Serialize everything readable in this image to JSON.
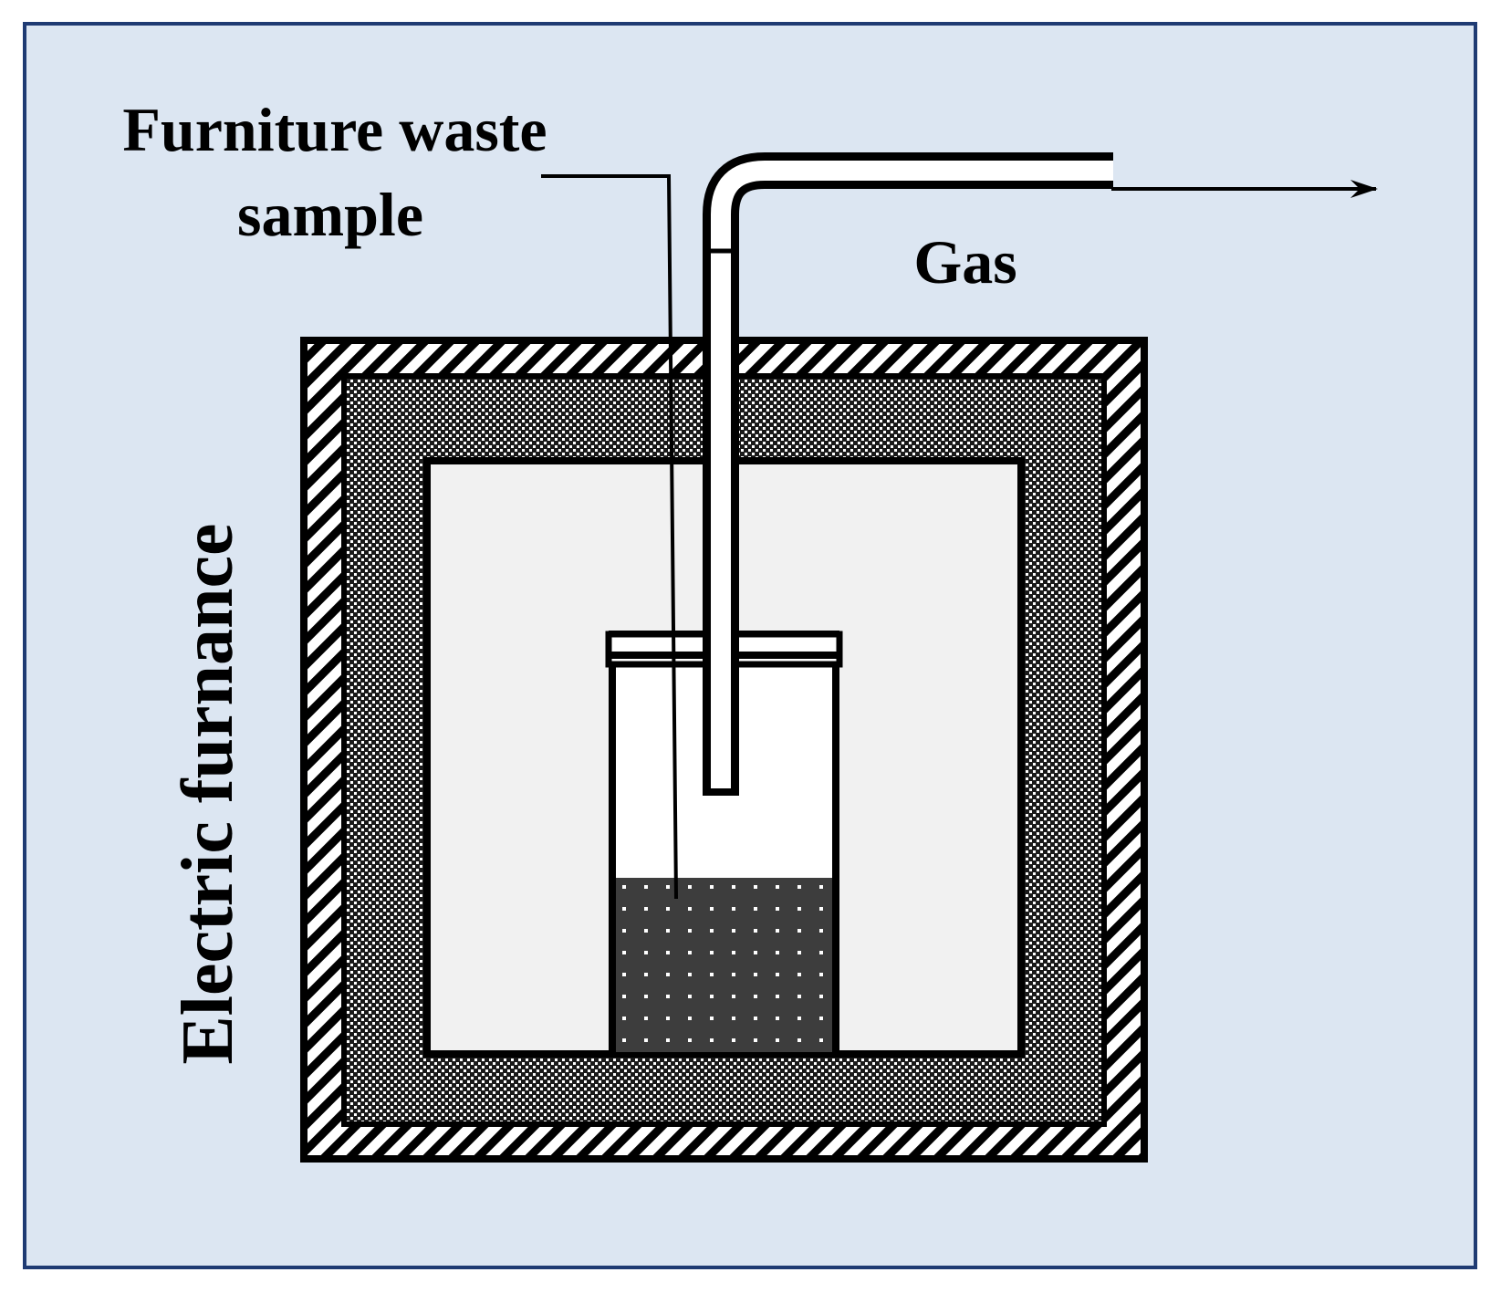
{
  "labels": {
    "sample_line1": "Furniture waste",
    "sample_line2": "sample",
    "gas": "Gas",
    "furnace": "Electric furnance"
  },
  "colors": {
    "panel_background": "#dce6f2",
    "panel_border": "#1f3b73",
    "chamber_fill": "#f1f1f1",
    "sample_fill": "#3d3d3d",
    "crucible_fill": "#ffffff",
    "outline": "#000000"
  }
}
